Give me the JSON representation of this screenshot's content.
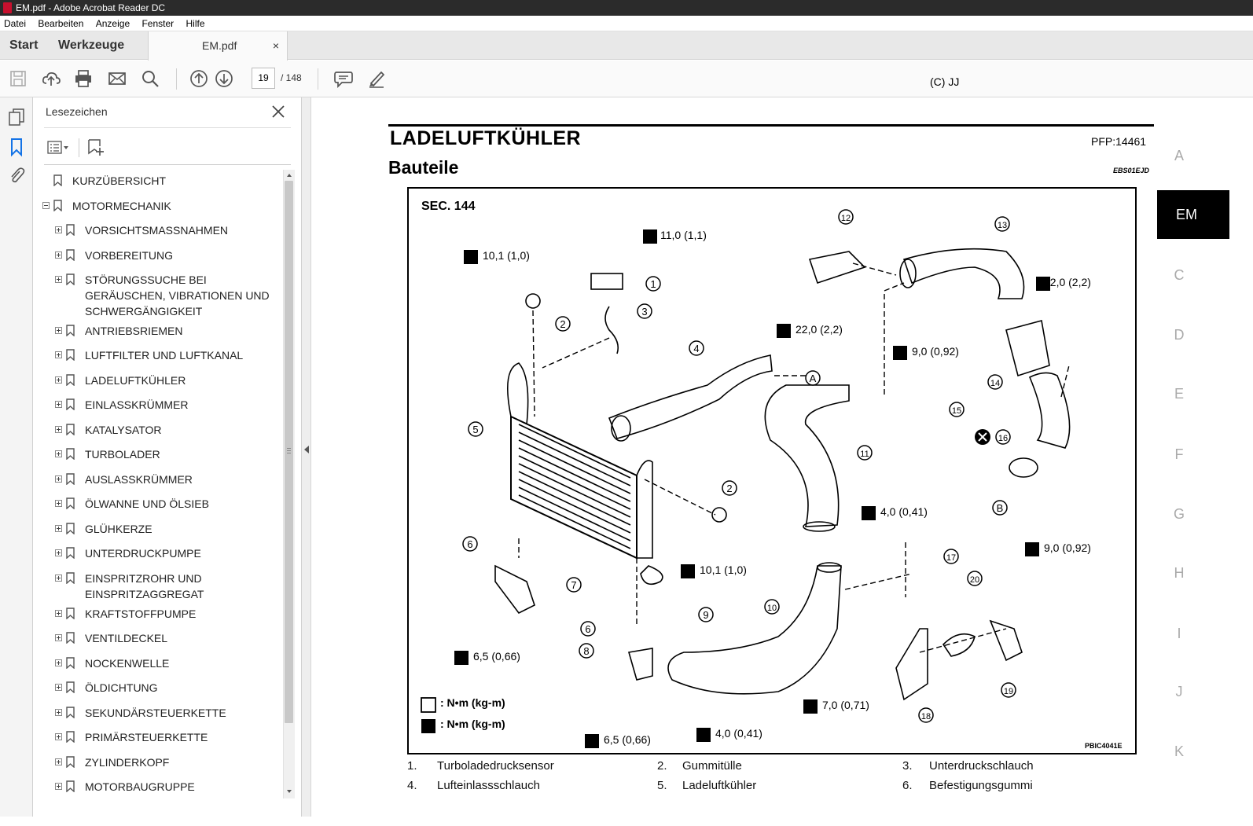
{
  "window": {
    "title": "EM.pdf - Adobe Acrobat Reader DC"
  },
  "menu": [
    "Datei",
    "Bearbeiten",
    "Anzeige",
    "Fenster",
    "Hilfe"
  ],
  "tabs": {
    "home": "Start",
    "tools": "Werkzeuge",
    "document": "EM.pdf",
    "close": "×"
  },
  "toolbar": {
    "page_current": "19",
    "page_total": "/ 148",
    "copyright": "(C) JJ"
  },
  "bookmarks_panel": {
    "title": "Lesezeichen",
    "items": [
      {
        "label": "KURZÜBERSICHT",
        "level": 0,
        "expander": "none"
      },
      {
        "label": "MOTORMECHANIK",
        "level": 0,
        "expander": "minus"
      },
      {
        "label": "VORSICHTSMASSNAHMEN",
        "level": 1,
        "expander": "plus"
      },
      {
        "label": "VORBEREITUNG",
        "level": 1,
        "expander": "plus"
      },
      {
        "label": "STÖRUNGSSUCHE BEI GERÄUSCHEN, VIBRATIONEN UND SCHWERGÄNGIGKEIT",
        "level": 1,
        "expander": "plus"
      },
      {
        "label": "ANTRIEBSRIEMEN",
        "level": 1,
        "expander": "plus"
      },
      {
        "label": "LUFTFILTER UND LUFTKANAL",
        "level": 1,
        "expander": "plus"
      },
      {
        "label": "LADELUFTKÜHLER",
        "level": 1,
        "expander": "plus"
      },
      {
        "label": "EINLASSKRÜMMER",
        "level": 1,
        "expander": "plus"
      },
      {
        "label": "KATALYSATOR",
        "level": 1,
        "expander": "plus"
      },
      {
        "label": "TURBOLADER",
        "level": 1,
        "expander": "plus"
      },
      {
        "label": "AUSLASSKRÜMMER",
        "level": 1,
        "expander": "plus"
      },
      {
        "label": "ÖLWANNE UND ÖLSIEB",
        "level": 1,
        "expander": "plus"
      },
      {
        "label": "GLÜHKERZE",
        "level": 1,
        "expander": "plus"
      },
      {
        "label": "UNTERDRUCKPUMPE",
        "level": 1,
        "expander": "plus"
      },
      {
        "label": "EINSPRITZROHR UND EINSPRITZAGGREGAT",
        "level": 1,
        "expander": "plus"
      },
      {
        "label": "KRAFTSTOFFPUMPE",
        "level": 1,
        "expander": "plus"
      },
      {
        "label": "VENTILDECKEL",
        "level": 1,
        "expander": "plus"
      },
      {
        "label": "NOCKENWELLE",
        "level": 1,
        "expander": "plus"
      },
      {
        "label": "ÖLDICHTUNG",
        "level": 1,
        "expander": "plus"
      },
      {
        "label": "SEKUNDÄRSTEUERKETTE",
        "level": 1,
        "expander": "plus"
      },
      {
        "label": "PRIMÄRSTEUERKETTE",
        "level": 1,
        "expander": "plus"
      },
      {
        "label": "ZYLINDERKOPF",
        "level": 1,
        "expander": "plus"
      },
      {
        "label": "MOTORBAUGRUPPE",
        "level": 1,
        "expander": "plus"
      }
    ]
  },
  "document": {
    "title": "LADELUFTKÜHLER",
    "pfp": "PFP:14461",
    "subtitle": "Bauteile",
    "code": "EBS01EJD",
    "figure": {
      "section": "SEC. 144",
      "reference": "PBIC4041E",
      "legend": [
        ": N•m (kg-m)",
        ": N•m (kg-m)"
      ],
      "torque_labels": [
        "11,0 (1,1)",
        "10,1 (1,0)",
        "22,0 (2,2)",
        "22,0 (2,2)",
        "9,0 (0,92)",
        "4,0 (0,41)",
        "9,0 (0,92)",
        "10,1 (1,0)",
        "6,5 (0,66)",
        "7,0 (0,71)",
        "6,5 (0,66)",
        "4,0 (0,41)"
      ],
      "callouts": [
        "1",
        "2",
        "3",
        "4",
        "5",
        "6",
        "7",
        "2",
        "8",
        "6",
        "9",
        "10",
        "11",
        "12",
        "13",
        "14",
        "15",
        "16",
        "17",
        "18",
        "19",
        "20"
      ],
      "letters": [
        "A",
        "B"
      ]
    },
    "parts": [
      {
        "num": "1.",
        "name": "Turboladedrucksensor"
      },
      {
        "num": "2.",
        "name": "Gummitülle"
      },
      {
        "num": "3.",
        "name": "Unterdruckschlauch"
      },
      {
        "num": "4.",
        "name": "Lufteinlassschlauch"
      },
      {
        "num": "5.",
        "name": "Ladeluftkühler"
      },
      {
        "num": "6.",
        "name": "Befestigungsgummi"
      }
    ]
  },
  "index_tabs": [
    "A",
    "EM",
    "C",
    "D",
    "E",
    "F",
    "G",
    "H",
    "I",
    "J",
    "K"
  ]
}
